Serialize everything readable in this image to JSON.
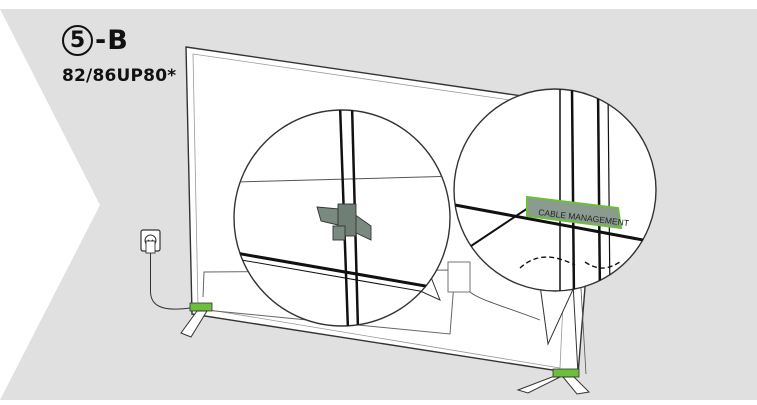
{
  "step": {
    "number": "5",
    "suffix": "-B"
  },
  "model": "82/86UP80*",
  "callout_label": "CABLE MANAGEMENT",
  "colors": {
    "background_band": "#e0e0e0",
    "accent_green": "#6bbf3a",
    "clip_gray": "#7a8a80",
    "line": "#222222"
  },
  "icons": [
    "power-outlet-icon",
    "tv-stand-icon",
    "cable-clip-icon",
    "cable-management-cover-icon"
  ]
}
